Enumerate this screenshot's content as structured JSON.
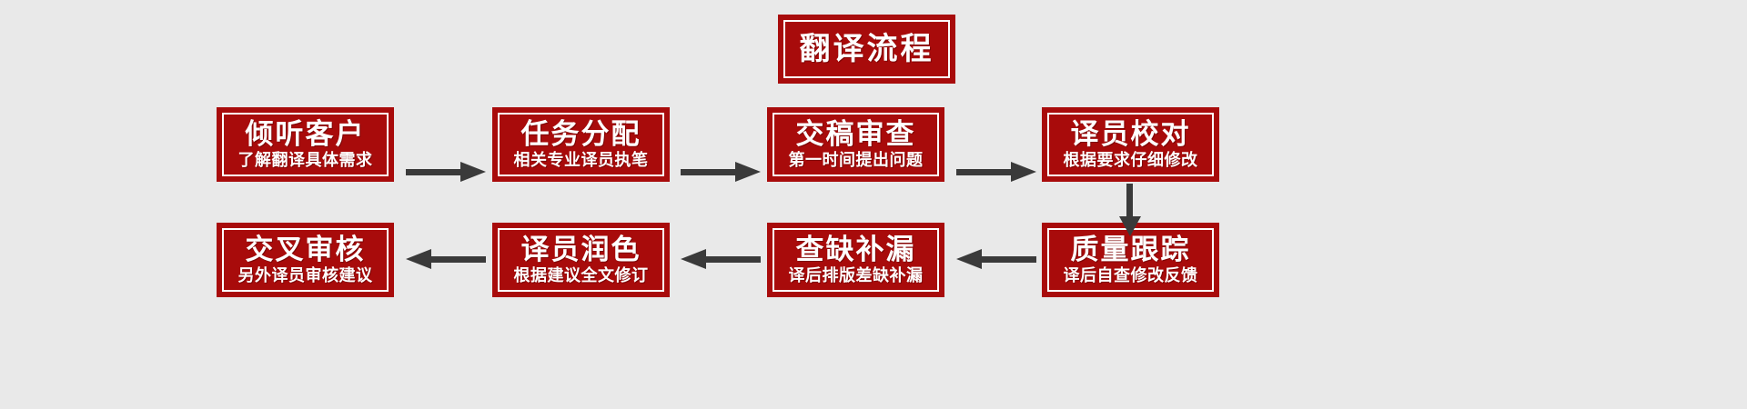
{
  "diagram": {
    "title": "翻译流程",
    "background_color": "#e9e9e9",
    "box_color": "#a80b0b",
    "box_border_color": "#ffffff",
    "text_color": "#ffffff",
    "arrow_color": "#3a3a3a",
    "steps": [
      {
        "index": 1,
        "title": "倾听客户",
        "subtitle": "了解翻译具体需求"
      },
      {
        "index": 2,
        "title": "任务分配",
        "subtitle": "相关专业译员执笔"
      },
      {
        "index": 3,
        "title": "交稿审查",
        "subtitle": "第一时间提出问题"
      },
      {
        "index": 4,
        "title": "译员校对",
        "subtitle": "根据要求仔细修改"
      },
      {
        "index": 5,
        "title": "质量跟踪",
        "subtitle": "译后自查修改反馈"
      },
      {
        "index": 6,
        "title": "查缺补漏",
        "subtitle": "译后排版差缺补漏"
      },
      {
        "index": 7,
        "title": "译员润色",
        "subtitle": "根据建议全文修订"
      },
      {
        "index": 8,
        "title": "交叉审核",
        "subtitle": "另外译员审核建议"
      }
    ],
    "connectors": [
      {
        "id": "arrow-1",
        "direction": "right",
        "from": 1,
        "to": 2
      },
      {
        "id": "arrow-2",
        "direction": "right",
        "from": 2,
        "to": 3
      },
      {
        "id": "arrow-3",
        "direction": "right",
        "from": 3,
        "to": 4
      },
      {
        "id": "arrow-down",
        "direction": "down",
        "from": 4,
        "to": 5
      },
      {
        "id": "arrow-4",
        "direction": "left",
        "from": 5,
        "to": 6
      },
      {
        "id": "arrow-5",
        "direction": "left",
        "from": 6,
        "to": 7
      },
      {
        "id": "arrow-6",
        "direction": "left",
        "from": 7,
        "to": 8
      }
    ]
  }
}
